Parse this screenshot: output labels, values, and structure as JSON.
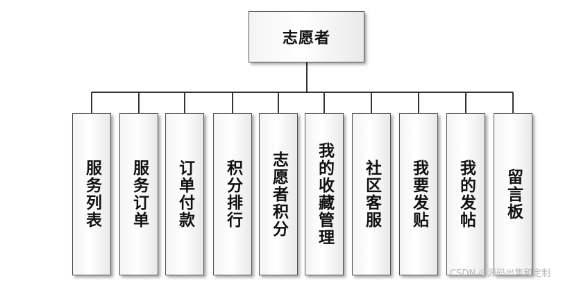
{
  "root": {
    "label": "志愿者"
  },
  "children": [
    {
      "label": "服务列表"
    },
    {
      "label": "服务订单"
    },
    {
      "label": "订单付款"
    },
    {
      "label": "积分排行"
    },
    {
      "label": "志愿者积分"
    },
    {
      "label": "我的收藏管理"
    },
    {
      "label": "社区客服"
    },
    {
      "label": "我要发贴"
    },
    {
      "label": "我的发帖"
    },
    {
      "label": "留言板"
    }
  ],
  "watermark": "CSDN @源码出售和定制"
}
